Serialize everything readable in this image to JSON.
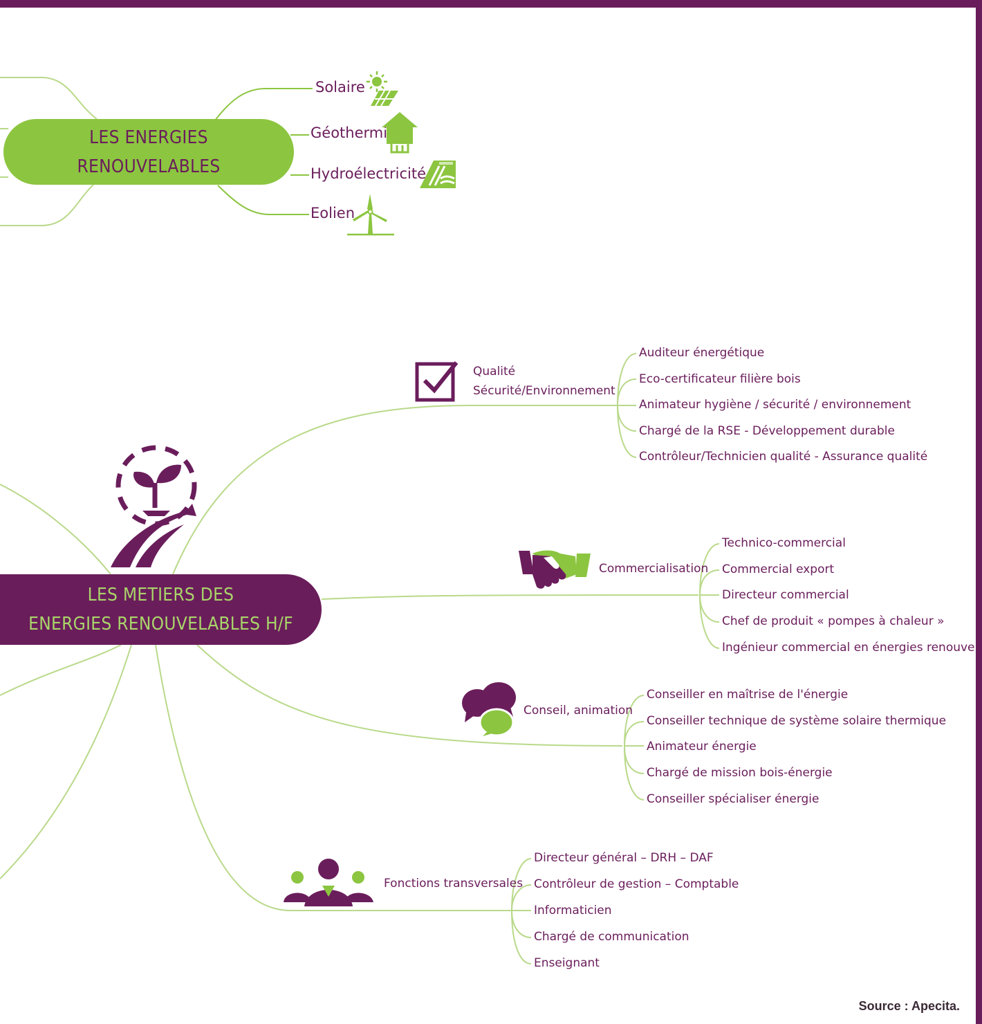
{
  "top_node": {
    "title_line1": "LES ENERGIES",
    "title_line2": "RENOUVELABLES",
    "branches": [
      {
        "label": "Solaire",
        "icon": "solar-panel-icon"
      },
      {
        "label": "Géothermie",
        "icon": "geothermal-house-icon"
      },
      {
        "label": "Hydroélectricité",
        "icon": "dam-icon"
      },
      {
        "label": "Eolien",
        "icon": "wind-turbine-icon"
      }
    ]
  },
  "main_node": {
    "title_line1": "LES METIERS DES",
    "title_line2": "ENERGIES RENOUVELABLES H/F",
    "icon": "sprout-recycle-icon"
  },
  "categories": [
    {
      "label_line1": "Qualité",
      "label_line2": "Sécurité/Environnement",
      "icon": "checkbox-icon",
      "jobs": [
        "Auditeur énergétique",
        "Eco-certificateur filière bois",
        "Animateur hygiène / sécurité / environnement",
        "Chargé de la RSE - Développement durable",
        "Contrôleur/Technicien qualité - Assurance qualité"
      ]
    },
    {
      "label_line1": "Commercialisation",
      "icon": "handshake-icon",
      "jobs": [
        "Technico-commercial",
        "Commercial export",
        "Directeur commercial",
        "Chef de produit « pompes à chaleur »",
        "Ingénieur commercial en énergies renouvelables"
      ]
    },
    {
      "label_line1": "Conseil, animation",
      "icon": "speech-bubbles-icon",
      "jobs": [
        "Conseiller en maîtrise de l'énergie",
        "Conseiller technique de système solaire thermique",
        "Animateur énergie",
        "Chargé de mission bois-énergie",
        "Conseiller spécialiser énergie"
      ]
    },
    {
      "label_line1": "Fonctions transversales",
      "icon": "people-group-icon",
      "jobs": [
        "Directeur général – DRH – DAF",
        "Contrôleur de gestion – Comptable",
        "Informaticien",
        "Chargé de communication",
        "Enseignant"
      ]
    }
  ],
  "source": "Source : Apecita.",
  "colors": {
    "purple": "#6a1d5b",
    "green": "#8cc540",
    "line_green": "#b9d98a"
  }
}
